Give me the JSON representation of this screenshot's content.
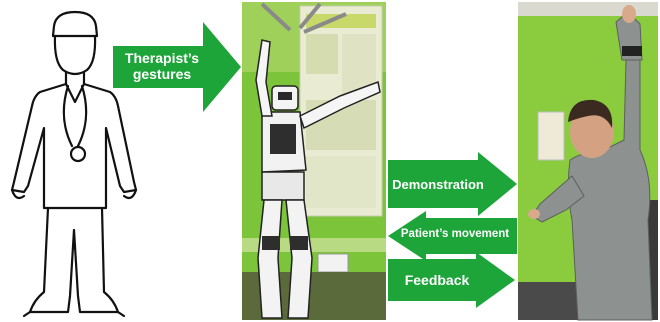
{
  "colors": {
    "arrow_fill": "#1ea53a",
    "arrow_text": "#ffffff",
    "photo_wall_green": "#7cc43a",
    "outline": "#111111"
  },
  "panels": {
    "therapist": {
      "icon": "therapist-outline-icon"
    },
    "robot_photo": {
      "icon": "humanoid-robot-photo"
    },
    "patient_photo": {
      "icon": "patient-arm-raised-photo"
    }
  },
  "arrows": {
    "gestures": {
      "label_line1": "Therapist’s",
      "label_line2": "gestures",
      "direction": "right"
    },
    "demonstration": {
      "label": "Demonstration",
      "direction": "right"
    },
    "patient_movement": {
      "label": "Patient’s movement",
      "direction": "left"
    },
    "feedback": {
      "label": "Feedback",
      "direction": "right"
    }
  }
}
